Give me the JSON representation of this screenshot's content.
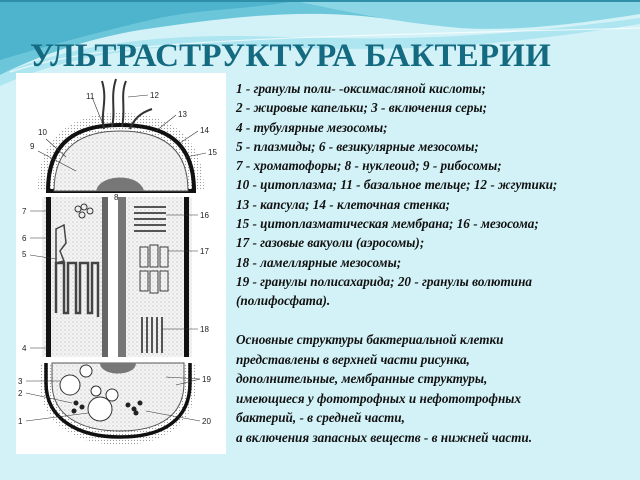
{
  "slide": {
    "title": "УЛЬТРАСТРУКТУРА БАКТЕРИИ",
    "colors": {
      "title": "#146a80",
      "background": "#d3f2f7",
      "wave_dark": "#5fc0d6",
      "wave_light": "#a8e3ee",
      "text": "#111111"
    }
  },
  "diagram": {
    "description": "Схема ультраструктуры бактериальной клетки",
    "labels": [
      "1",
      "2",
      "3",
      "4",
      "5",
      "6",
      "7",
      "8",
      "9",
      "10",
      "11",
      "12",
      "13",
      "14",
      "15",
      "16",
      "17",
      "18",
      "19",
      "20"
    ]
  },
  "legend": {
    "lines": [
      "1 - гранулы поли-  -оксимасляной кислоты;",
      "2 - жировые капельки; 3 - включения серы;",
      "4 - тубулярные мезосомы;",
      "5 - плазмиды; 6 - везикулярные мезосомы;",
      "7 - хроматофоры; 8 - нуклеоид; 9 - рибосомы;",
      "10 - цитоплазма; 11 - базальное тельце; 12 - жгутики;",
      "13 - капсула; 14 - клеточная стенка;",
      "15 - цитоплазматическая мембрана; 16 - мезосома;",
      "17 - газовые вакуоли (аэросомы);",
      "18 - ламеллярные мезосомы;",
      "19 - гранулы полисахарида; 20 - гранулы волютина",
      "(полифосфата)."
    ]
  },
  "summary": {
    "lines": [
      "Основные структуры бактериальной клетки",
      "представлены в верхней части рисунка,",
      "дополнительные, мембранные структуры,",
      "имеющиеся у фототрофных и  нефототрофных",
      "бактерий, - в средней части,",
      "а включения запасных веществ - в нижней части."
    ]
  }
}
